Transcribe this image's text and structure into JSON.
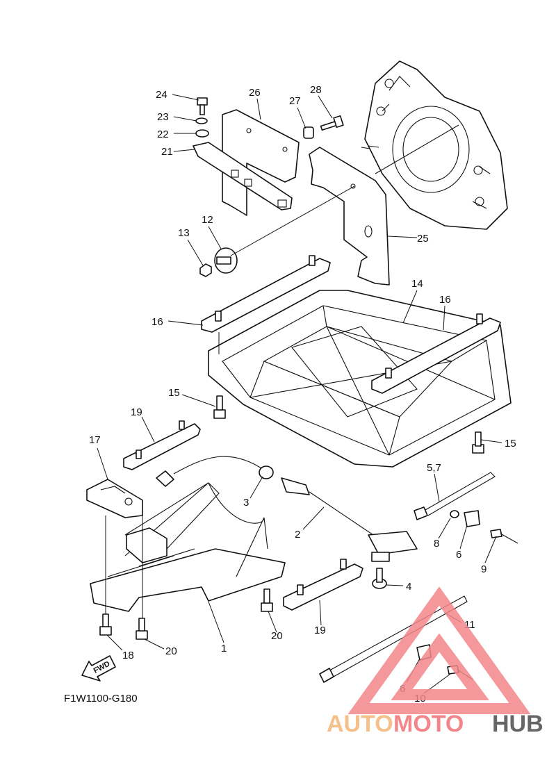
{
  "diagram": {
    "code": "F1W1100-G180",
    "fwd_label": "FWD",
    "callouts": {
      "c1": "1",
      "c2": "2",
      "c3": "3",
      "c4": "4",
      "c57": "5,7",
      "c6a": "6",
      "c6b": "6",
      "c8": "8",
      "c9": "9",
      "c10": "10",
      "c11": "11",
      "c12": "12",
      "c13": "13",
      "c14": "14",
      "c15a": "15",
      "c15b": "15",
      "c16a": "16",
      "c16b": "16",
      "c17": "17",
      "c18": "18",
      "c19a": "19",
      "c19b": "19",
      "c20a": "20",
      "c20b": "20",
      "c21": "21",
      "c22": "22",
      "c23": "23",
      "c24": "24",
      "c25": "25",
      "c26": "26",
      "c27": "27",
      "c28": "28"
    }
  },
  "watermark": {
    "auto": "AUTO",
    "moto": "MOTO",
    "hub": "HUB",
    "colors": {
      "triangle": "#f2868a",
      "auto": "#f6c08a",
      "hub": "#666666"
    }
  }
}
